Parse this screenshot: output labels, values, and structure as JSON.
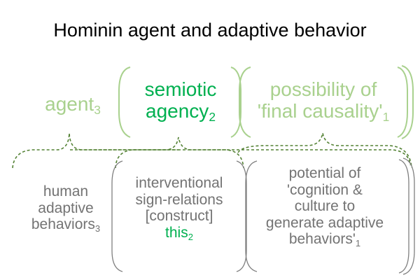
{
  "title": "Hominin agent and adaptive behavior",
  "colors": {
    "light_green": "#a9d18e",
    "dark_green": "#00b050",
    "connector_green": "#548235",
    "gray_text": "#737373",
    "bracket_gray": "#7f7f7f"
  },
  "top_row": {
    "agent": {
      "text": "agent",
      "sub": "3"
    },
    "semiotic": {
      "line1": "semiotic",
      "line2": "agency",
      "sub": "2"
    },
    "possibility": {
      "line1": "possibility of",
      "line2": "'final causality'",
      "sub": "1"
    }
  },
  "bottom_row": {
    "human": {
      "line1": "human",
      "line2": "adaptive",
      "line3": "behaviors",
      "sub": "3"
    },
    "interventional": {
      "line1": "interventional",
      "line2": "sign-relations",
      "line3": "[construct]",
      "line4": "this",
      "sub": "2"
    },
    "potential": {
      "line1": "potential of",
      "line2": "'cognition &",
      "line3": "culture to",
      "line4": "generate adaptive",
      "line5": "behaviors'",
      "sub": "1"
    }
  }
}
